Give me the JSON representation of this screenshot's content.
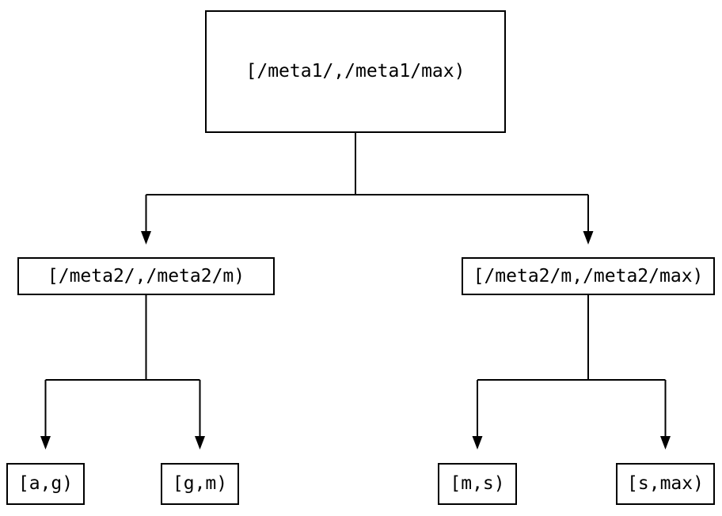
{
  "tree": {
    "root": {
      "label": "[/meta1/,/meta1/max)",
      "children": [
        {
          "label": "[/meta2/,/meta2/m)",
          "children": [
            {
              "label": "[a,g)"
            },
            {
              "label": "[g,m)"
            }
          ]
        },
        {
          "label": "[/meta2/m,/meta2/max)",
          "children": [
            {
              "label": "[m,s)"
            },
            {
              "label": "[s,max)"
            }
          ]
        }
      ]
    }
  },
  "colors": {
    "line": "#000000",
    "node_border": "#000000",
    "node_background": "#ffffff",
    "page_background": "#ffffff"
  }
}
